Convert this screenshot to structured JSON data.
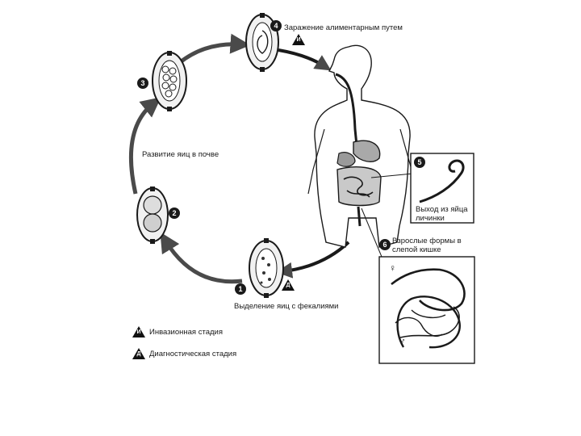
{
  "diagram": {
    "stages": [
      {
        "number": "1",
        "label": "Выделение яиц с фекалиями",
        "marker": "Д"
      },
      {
        "number": "2",
        "label": ""
      },
      {
        "number": "3",
        "label": "Развитие яиц в почве"
      },
      {
        "number": "4",
        "label": "Заражение алиментарным путем",
        "marker": "И"
      },
      {
        "number": "5",
        "label": "Выход из яйца личинки"
      },
      {
        "number": "6",
        "label": "Взрослые формы в слепой кишке"
      }
    ],
    "female_symbol": "♀",
    "male_symbol": "♂",
    "legend": [
      {
        "marker": "И",
        "label": "Инвазионная стадия"
      },
      {
        "marker": "Д",
        "label": "Диагностическая стадия"
      }
    ]
  },
  "colors": {
    "ink": "#1a1a1a",
    "arrow": "#4a4a4a",
    "marker_fill": "#111111",
    "background": "#ffffff"
  }
}
